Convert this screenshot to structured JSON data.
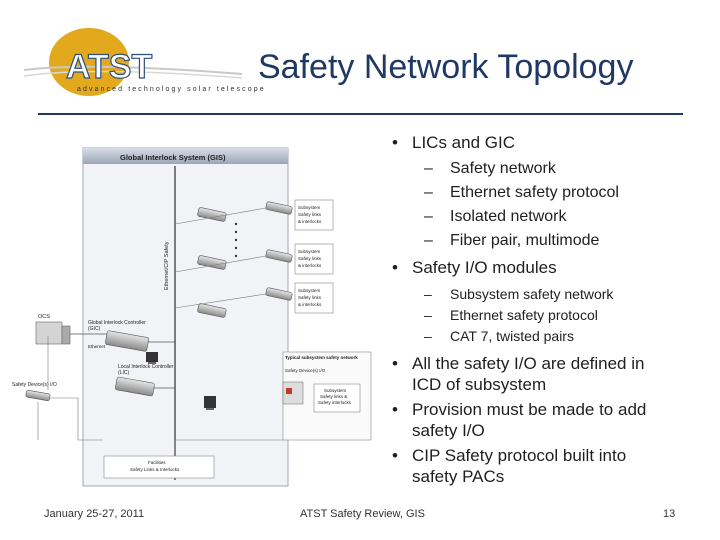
{
  "slide": {
    "title": "Safety Network Topology",
    "logo": {
      "text": "ATST",
      "tagline": "advanced technology solar telescope"
    },
    "footer": {
      "date": "January 25-27, 2011",
      "center": "ATST Safety Review, GIS",
      "page": "13"
    }
  },
  "bullets": {
    "b1": "LICs and GIC",
    "b1_sub": [
      "Safety network",
      "Ethernet safety protocol",
      "Isolated network",
      "Fiber pair, multimode"
    ],
    "b2": "Safety I/O modules",
    "b2_sub": [
      "Subsystem safety network",
      "Ethernet safety protocol",
      "CAT 7, twisted pairs"
    ],
    "b3": [
      "All the safety I/O are defined in",
      "ICD of subsystem"
    ],
    "b4": [
      "Provision must be made to add",
      "safety I/O"
    ],
    "b5": [
      "CIP Safety protocol built into",
      "safety PACs"
    ]
  },
  "diagram": {
    "header": "Global Interlock System (GIS)",
    "vertical_label": "Ethernet/CIP Safety",
    "subsystem_boxes": [
      [
        "Subsystem",
        "Safety links",
        "& interlocks"
      ],
      [
        "Subsystem",
        "Safety links",
        "& interlocks"
      ],
      [
        "Subsystem",
        "Safety links",
        "& interlocks"
      ]
    ],
    "ocs": "OCS",
    "gic": [
      "Global Interlock Controller",
      "(GIC)"
    ],
    "ethernet": "Ethernet",
    "lic": [
      "Local Interlock Controller",
      "(LIC)"
    ],
    "safety_devices": "Safety Device(s) I/O",
    "typical_title": "Typical subsystem safety network",
    "typical_safety_device": "Safety Device(s) I/O",
    "typical_subsystem": [
      "Subsystem",
      "Safety links &",
      "Safety interlocks"
    ],
    "facilities": [
      "Facilities",
      "Safety Links & Interlocks"
    ]
  },
  "colors": {
    "title": "#1f3864",
    "logo_gold": "#e3a91c",
    "logo_blue": "#2f4f7f"
  }
}
